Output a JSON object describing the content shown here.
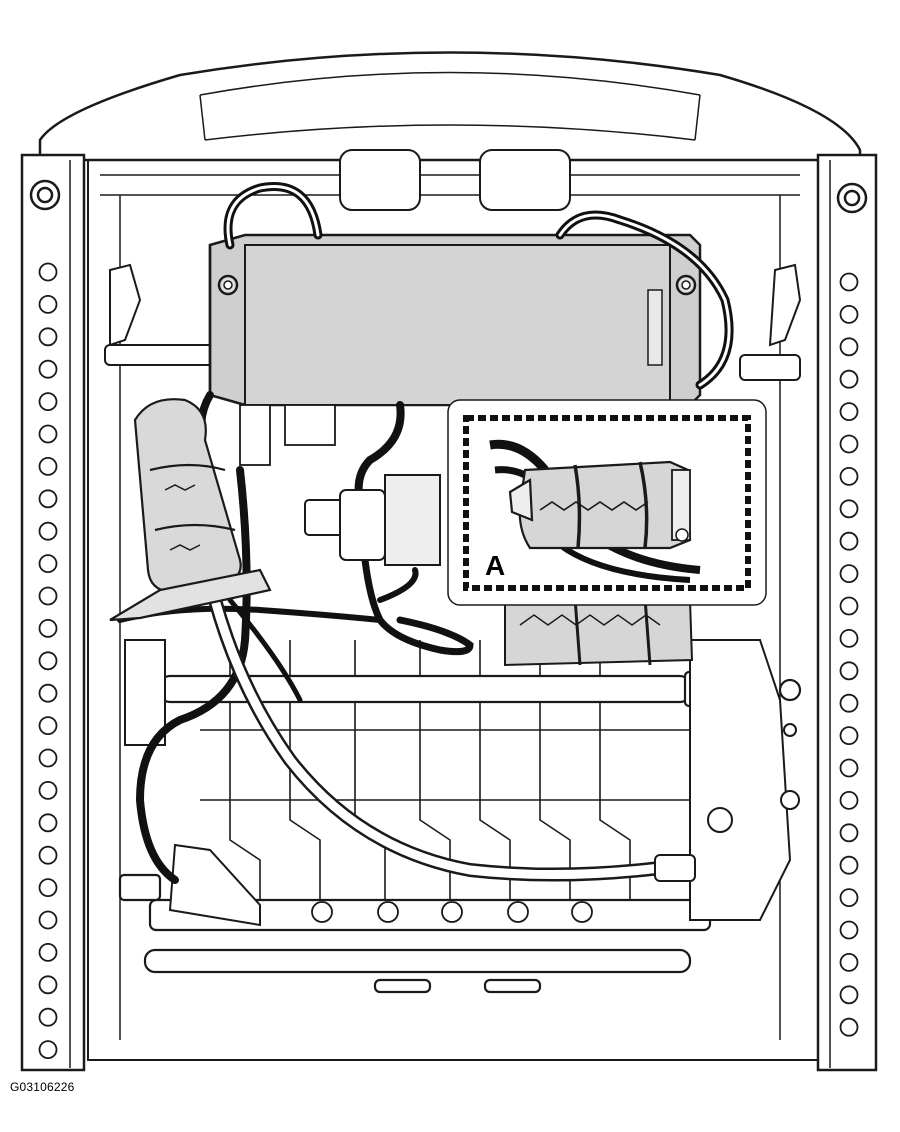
{
  "figure": {
    "callout_label": "A",
    "figure_id": "G03106226"
  },
  "colors": {
    "line": "#1a1a1a",
    "module_fill": "#cfcfcf",
    "connector_fill": "#d9d9d9",
    "frame_fill": "#ffffff"
  },
  "icons": {
    "module": "control-module",
    "harness": "wiring-harness",
    "detail": "connector-detail"
  }
}
